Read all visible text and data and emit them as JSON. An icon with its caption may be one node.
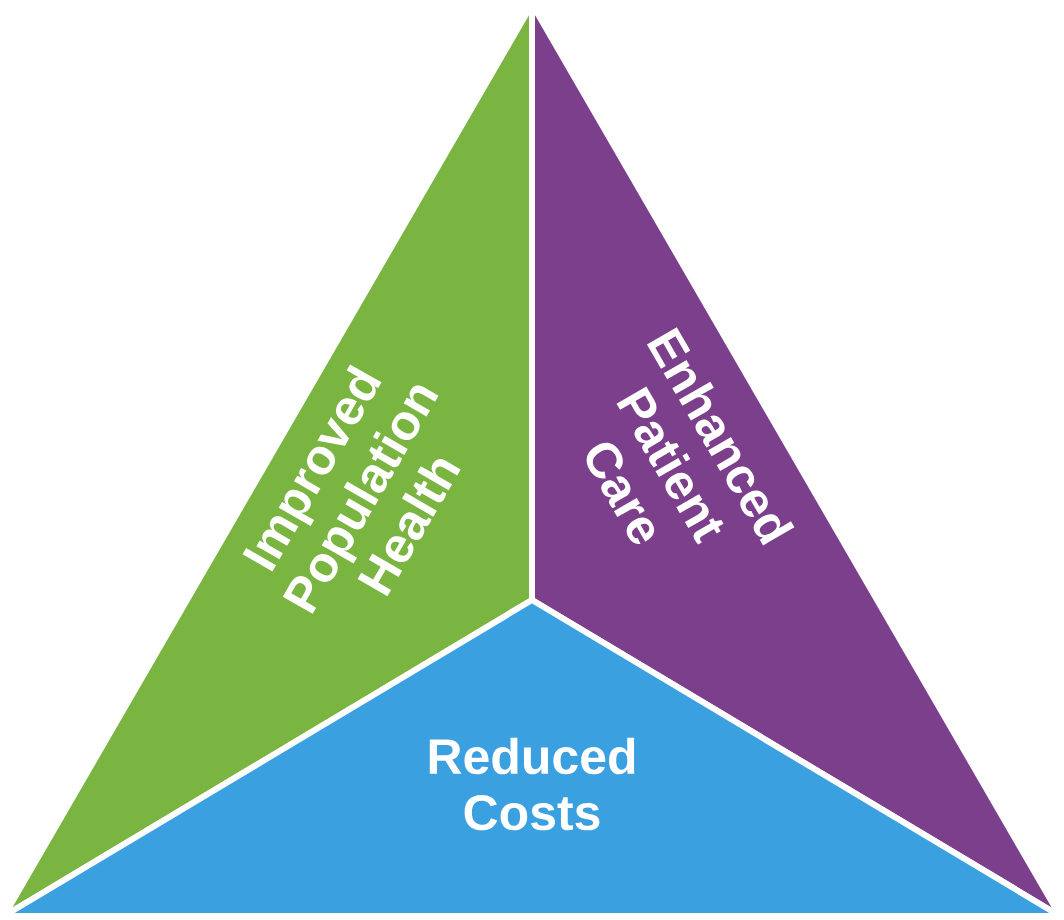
{
  "diagram": {
    "nodes": [
      {
        "text": [
          "Improved Population Health"
        ]
      },
      {
        "text": [
          "Enhanced Patient Care"
        ]
      },
      {
        "text": [
          "Reduced Costs"
        ]
      }
    ]
  }
}
